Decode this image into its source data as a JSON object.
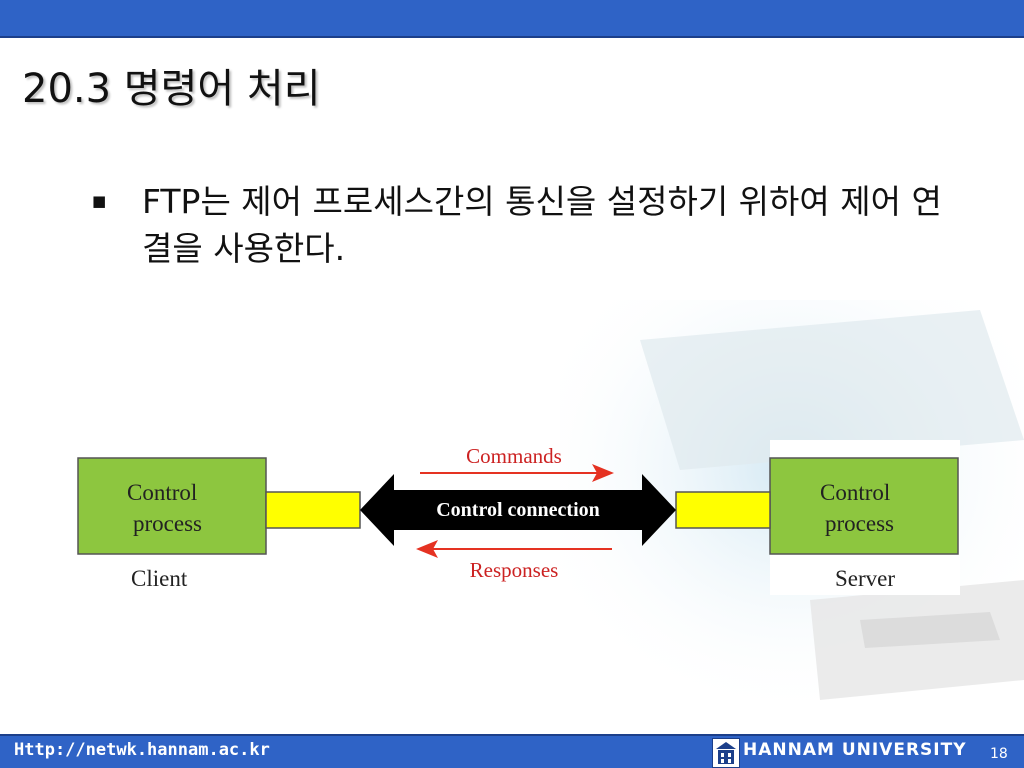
{
  "slide": {
    "title": "20.3 명령어 처리",
    "bullet_marker": "■",
    "bullet_text": "FTP는 제어 프로세스간의 통신을 설정하기 위하여 제어 연결을 사용한다."
  },
  "diagram": {
    "client_box": "Control process",
    "client_box_line1": "Control",
    "client_box_line2": "process",
    "client_label": "Client",
    "server_box_line1": "Control",
    "server_box_line2": "process",
    "server_label": "Server",
    "connection_label": "Control connection",
    "commands_label": "Commands",
    "responses_label": "Responses",
    "colors": {
      "process_box": "#8dc63f",
      "pipe": "#ffff00",
      "arrow_label": "#cc2222",
      "connection": "#000000"
    }
  },
  "footer": {
    "url": "Http://netwk.hannam.ac.kr",
    "university": "HANNAM UNIVERSITY",
    "page_number": "18"
  }
}
